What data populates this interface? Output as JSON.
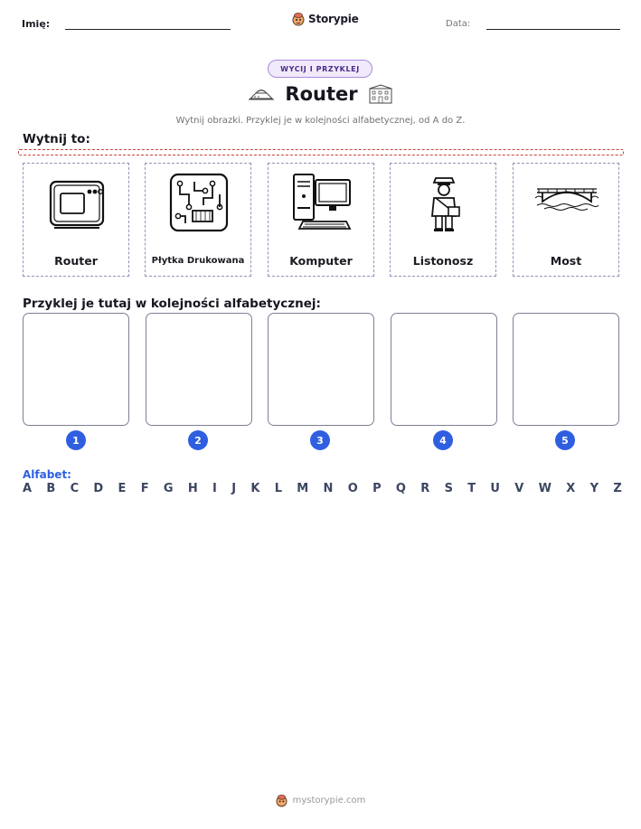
{
  "header": {
    "name_label": "Imię:",
    "date_label": "Data:",
    "brand": "Storypie"
  },
  "activity": {
    "badge": "WYCIJ I PRZYKLEJ",
    "title": "Router",
    "instructions": "Wytnij obrazki. Przyklej je w kolejności alfabetycznej, od A do Z."
  },
  "cut_section": {
    "label": "Wytnij to:",
    "cards": [
      {
        "label": "Router",
        "icon": "router-icon"
      },
      {
        "label": "Płytka Drukowana",
        "icon": "circuit-board-icon"
      },
      {
        "label": "Komputer",
        "icon": "computer-icon"
      },
      {
        "label": "Listonosz",
        "icon": "mail-carrier-icon"
      },
      {
        "label": "Most",
        "icon": "bridge-icon"
      }
    ]
  },
  "paste_section": {
    "label": "Przyklej je tutaj w kolejności alfabetycznej:",
    "numbers": [
      "1",
      "2",
      "3",
      "4",
      "5"
    ]
  },
  "alphabet": {
    "label": "Alfabet:",
    "letters": [
      "A",
      "B",
      "C",
      "D",
      "E",
      "F",
      "G",
      "H",
      "I",
      "J",
      "K",
      "L",
      "M",
      "N",
      "O",
      "P",
      "Q",
      "R",
      "S",
      "T",
      "U",
      "V",
      "W",
      "X",
      "Y",
      "Z"
    ]
  },
  "footer": {
    "site": "mystorypie.com"
  },
  "colors": {
    "accent_blue": "#2f5fe0",
    "badge_purple": "#a78bdb",
    "cut_line_red": "#c9453f"
  }
}
